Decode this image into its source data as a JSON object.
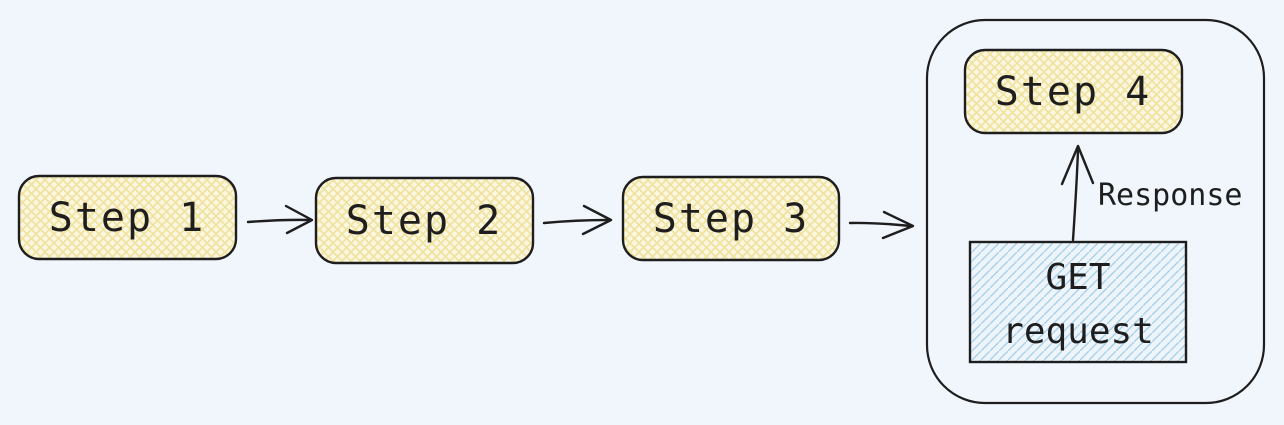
{
  "diagram": {
    "title": "request-flow-diagram",
    "canvas_color": "#f1f5fc",
    "stroke_color": "#1e1e1e",
    "nodes": {
      "step1": {
        "label": "Step 1"
      },
      "step2": {
        "label": "Step 2"
      },
      "step3": {
        "label": "Step 3"
      },
      "step4": {
        "label": "Step 4"
      },
      "get_request": {
        "line1": "GET",
        "line2": "request"
      }
    },
    "edges": {
      "response": {
        "label": "Response"
      }
    },
    "colors": {
      "yellow_node_base": "#fbf7e0",
      "yellow_node_hatch": "#f0e3a0",
      "blue_request_base": "#edf5fb",
      "blue_request_hatch": "#a9d0e8"
    }
  }
}
